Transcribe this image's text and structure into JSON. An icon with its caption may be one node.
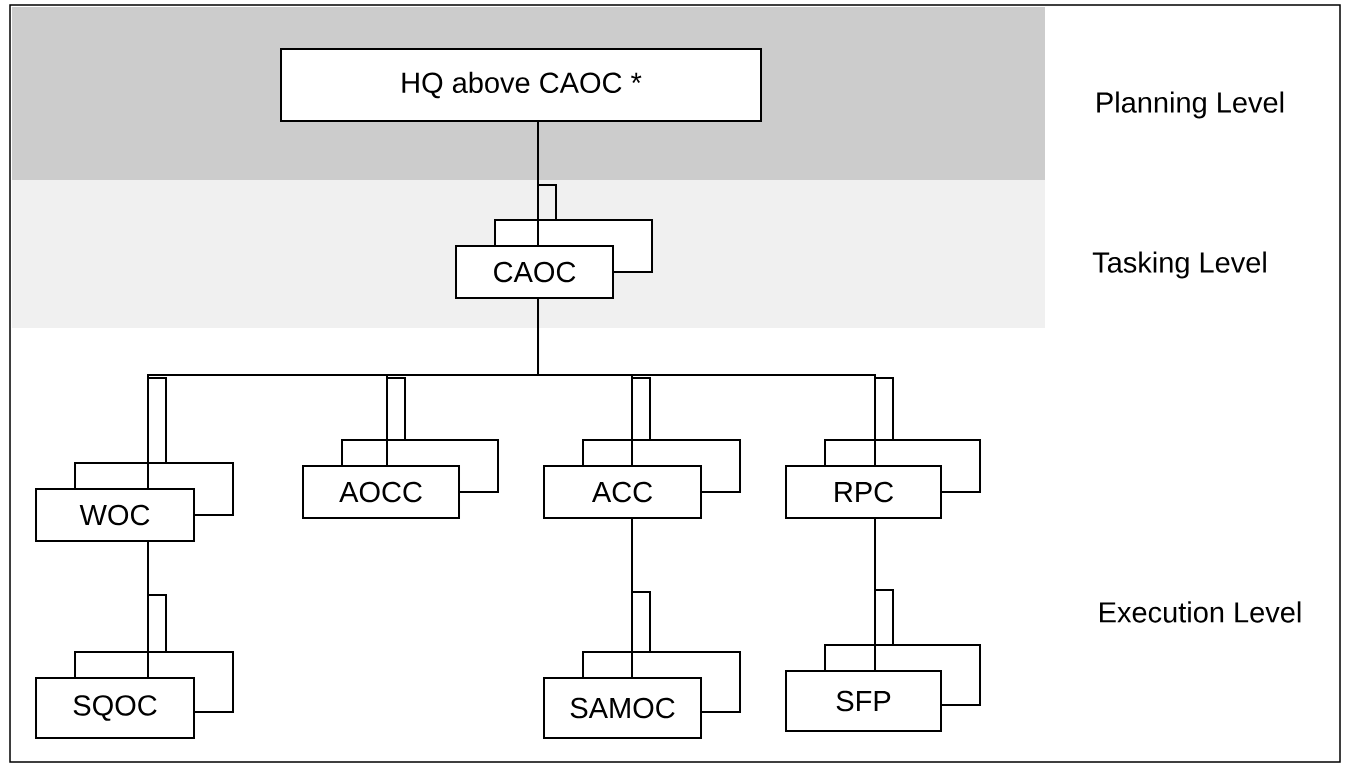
{
  "diagram": {
    "nodes": [
      {
        "text": [
          "HQ above CAOC *"
        ]
      },
      {
        "text": [
          "CAOC"
        ]
      },
      {
        "text": [
          "WOC"
        ]
      },
      {
        "text": [
          "AOCC"
        ]
      },
      {
        "text": [
          "ACC"
        ]
      },
      {
        "text": [
          "RPC"
        ]
      },
      {
        "text": [
          "SQOC"
        ]
      },
      {
        "text": [
          "SAMOC"
        ]
      },
      {
        "text": [
          "SFP"
        ]
      }
    ],
    "edges": [
      {
        "from": 0,
        "to": 1,
        "arrow": "none"
      },
      {
        "from": 1,
        "to": 2,
        "arrow": "none"
      },
      {
        "from": 1,
        "to": 3,
        "arrow": "none"
      },
      {
        "from": 1,
        "to": 4,
        "arrow": "none"
      },
      {
        "from": 1,
        "to": 5,
        "arrow": "none"
      },
      {
        "from": 2,
        "to": 6,
        "arrow": "none"
      },
      {
        "from": 4,
        "to": 7,
        "arrow": "none"
      },
      {
        "from": 5,
        "to": 8,
        "arrow": "none"
      }
    ],
    "labels": [
      "Planning Level",
      "Tasking Level",
      "Execution Level"
    ]
  }
}
